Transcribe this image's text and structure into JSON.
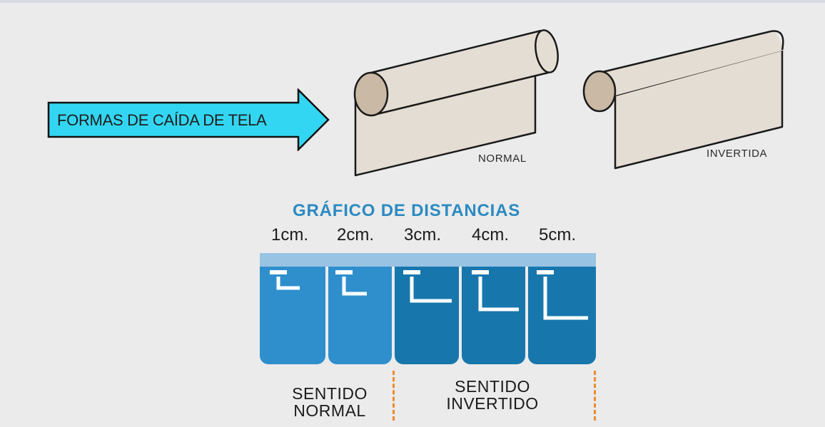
{
  "arrow": {
    "label": "FORMAS DE CAÍDA DE TELA",
    "color": "#33d6f2"
  },
  "rolls": [
    {
      "label": "NORMAL"
    },
    {
      "label": "INVERTIDA"
    }
  ],
  "distances": {
    "title": "GRÁFICO DE DISTANCIAS",
    "items": [
      "1cm.",
      "2cm.",
      "3cm.",
      "4cm.",
      "5cm."
    ]
  },
  "senses": [
    {
      "line1": "SENTIDO",
      "line2": "NORMAL"
    },
    {
      "line1": "SENTIDO",
      "line2": "INVERTIDO"
    }
  ],
  "colors": {
    "fabric": "#e3ddd3",
    "roll_end": "#c9b9a5",
    "rail": "#98c3e3",
    "panel_light": "#2f8fcd",
    "panel_dark": "#1777ad",
    "divider": "#f08a2e",
    "title": "#2c8ac2"
  }
}
